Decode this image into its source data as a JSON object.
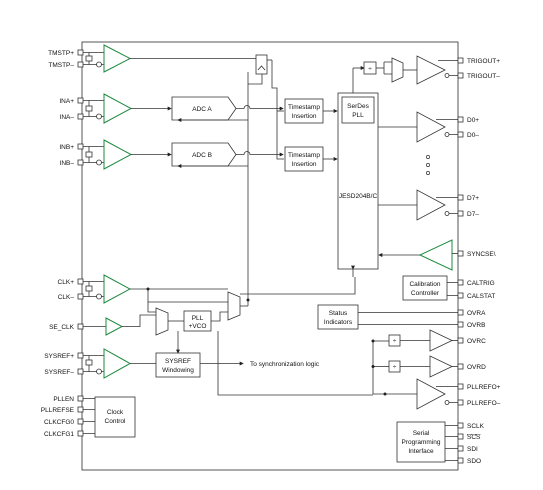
{
  "pins_left": [
    "TMSTP+",
    "TMSTP–",
    "INA+",
    "INA–",
    "INB+",
    "INB–",
    "CLK+",
    "CLK–",
    "SE_CLK",
    "SYSREF+",
    "SYSREF–",
    "PLLEN",
    "PLLREFSE",
    "CLKCFG0",
    "CLKCFG1"
  ],
  "pins_right": [
    "TRIGOUT+",
    "TRIGOUT–",
    "D0+",
    "D0–",
    "D7+",
    "D7–",
    "SYNCSE\\",
    "CALTRIG",
    "CALSTAT",
    "OVRA",
    "OVRB",
    "OVRC",
    "OVRD",
    "PLLREFO+",
    "PLLREFO–",
    "SCLK",
    "SCS",
    "SDI",
    "SDO"
  ],
  "blocks": {
    "adc_a": "ADC A",
    "adc_b": "ADC B",
    "timestamp_a": [
      "Timestamp",
      "Insertion"
    ],
    "timestamp_b": [
      "Timestamp",
      "Insertion"
    ],
    "serdes_pll": [
      "SerDes",
      "PLL"
    ],
    "jesd": "JESD204B/C",
    "pll_vco": [
      "PLL",
      "+VCO"
    ],
    "sysref_windowing": [
      "SYSREF",
      "Windowing"
    ],
    "sync_logic": "To synchronization logic",
    "clock_control": [
      "Clock",
      "Control"
    ],
    "status_indicators": [
      "Status",
      "Indicators"
    ],
    "calibration_controller": [
      "Calibration",
      "Controller"
    ],
    "serial_interface": [
      "Serial",
      "Programming",
      "Interface"
    ],
    "divider": "÷"
  },
  "colors": {
    "amplifier": "#1c8a3e",
    "wire": "#333333",
    "text": "#111111"
  }
}
